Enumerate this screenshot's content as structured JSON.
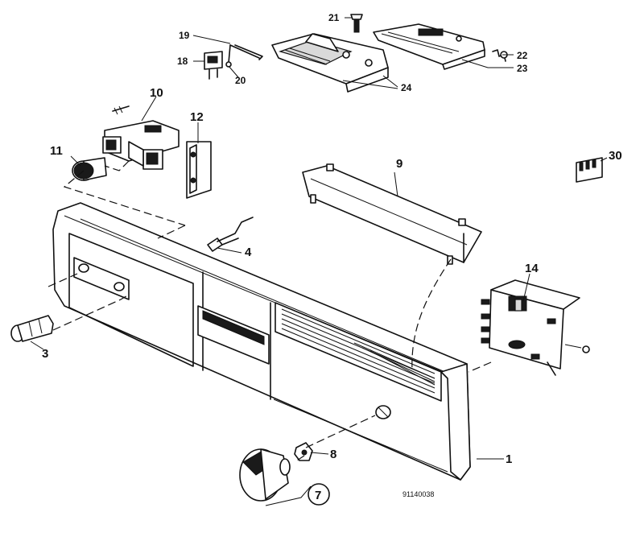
{
  "callouts": {
    "c1": "1",
    "c3": "3",
    "c4": "4",
    "c7": "7",
    "c8": "8",
    "c9": "9",
    "c10": "10",
    "c11": "11",
    "c12": "12",
    "c14": "14",
    "c18": "18",
    "c19": "19",
    "c20": "20",
    "c21": "21",
    "c22": "22",
    "c23": "23",
    "c24": "24",
    "c30": "30"
  },
  "drawing_code": "91140038"
}
